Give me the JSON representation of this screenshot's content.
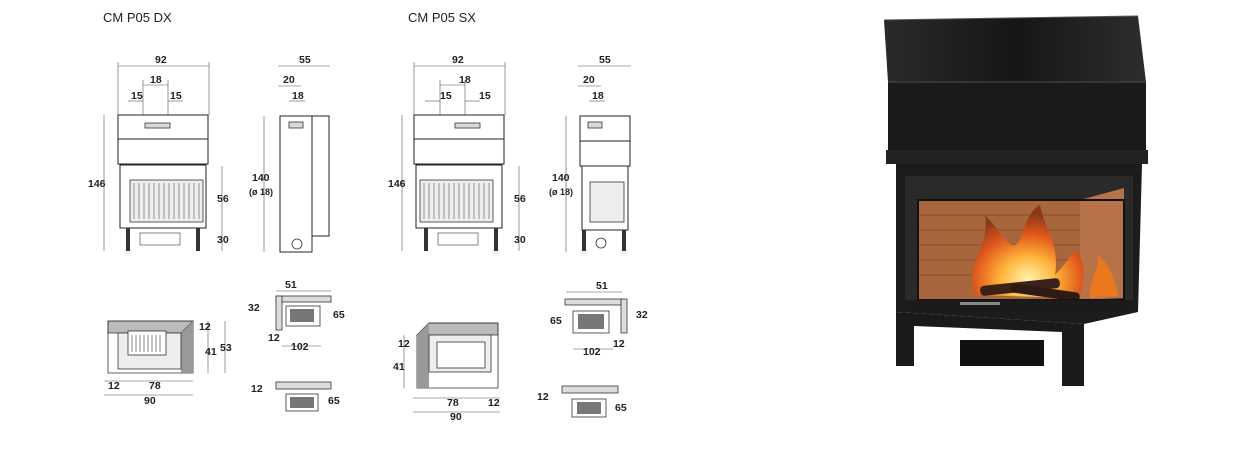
{
  "models": [
    {
      "title": "CM P05 DX"
    },
    {
      "title": "CM P05 SX"
    }
  ],
  "front_view": {
    "width": "92",
    "outlet_spacing": "18",
    "outlet_offset_left": "15",
    "outlet_offset_right": "15",
    "height": "146",
    "opening_height": "56",
    "base_height": "30"
  },
  "side_view": {
    "depth": "55",
    "outlet_a": "20",
    "outlet_b": "18",
    "height": "140",
    "height_note": "(ø 18)"
  },
  "plan_view_dx": {
    "side": "12",
    "depth": "41",
    "total_depth": "53",
    "left": "12",
    "opening_width": "78",
    "width": "90"
  },
  "plan_view_sx": {
    "side": "12",
    "depth": "41",
    "opening_width": "78",
    "right": "12",
    "width": "90"
  },
  "corner_view": {
    "top": "51",
    "left": "32",
    "right": "65",
    "bottom_left": "12",
    "bottom_width": "102"
  },
  "corner_view_sx": {
    "top": "51",
    "left": "65",
    "right": "32",
    "bottom_width": "102",
    "bottom_right": "12"
  },
  "wall_view": {
    "gap": "12",
    "depth": "65"
  },
  "colors": {
    "stove_body": "#1c1c1c",
    "fire": "#f07a18",
    "firebox": "#b8724a"
  }
}
